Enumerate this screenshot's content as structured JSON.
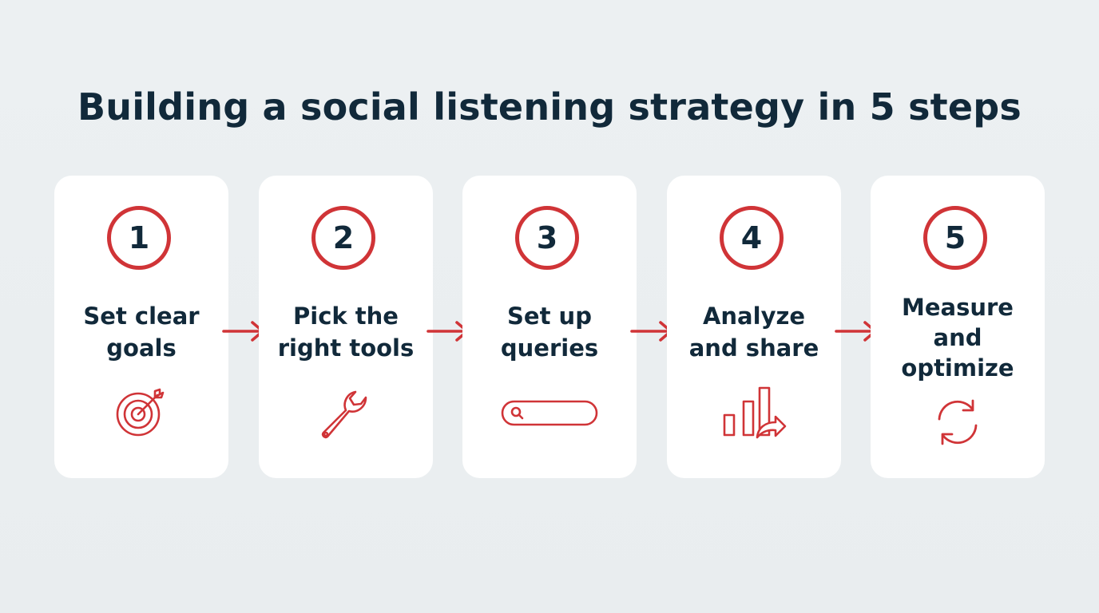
{
  "title": "Building a social listening strategy in 5 steps",
  "colors": {
    "accent": "#d03437",
    "text": "#11293a",
    "background": "#eaeef0",
    "card": "#ffffff"
  },
  "steps": [
    {
      "number": "1",
      "label": "Set clear\ngoals",
      "icon": "target-icon"
    },
    {
      "number": "2",
      "label": "Pick the\nright tools",
      "icon": "wrench-icon"
    },
    {
      "number": "3",
      "label": "Set up\nqueries",
      "icon": "search-bar-icon"
    },
    {
      "number": "4",
      "label": "Analyze\nand share",
      "icon": "chart-share-icon"
    },
    {
      "number": "5",
      "label": "Measure\nand\noptimize",
      "icon": "refresh-icon"
    }
  ]
}
